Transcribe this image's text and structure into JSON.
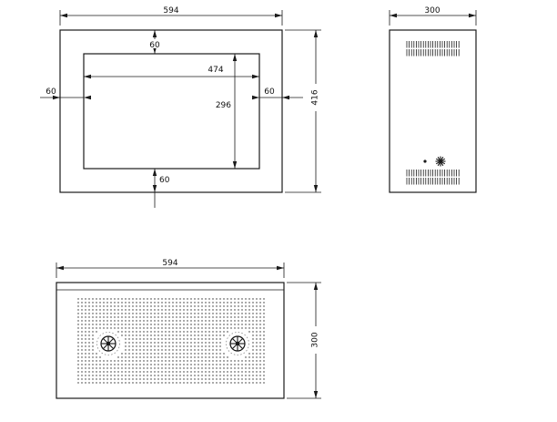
{
  "drawing": {
    "views": {
      "front": {
        "dims": {
          "overall_width": "594",
          "overall_height": "416",
          "opening_width": "474",
          "opening_height": "296",
          "margin_top": "60",
          "margin_left": "60",
          "margin_right": "60",
          "margin_bottom": "60"
        }
      },
      "side": {
        "dims": {
          "depth": "300"
        }
      },
      "bottom": {
        "dims": {
          "width": "594",
          "depth": "300"
        }
      }
    }
  }
}
